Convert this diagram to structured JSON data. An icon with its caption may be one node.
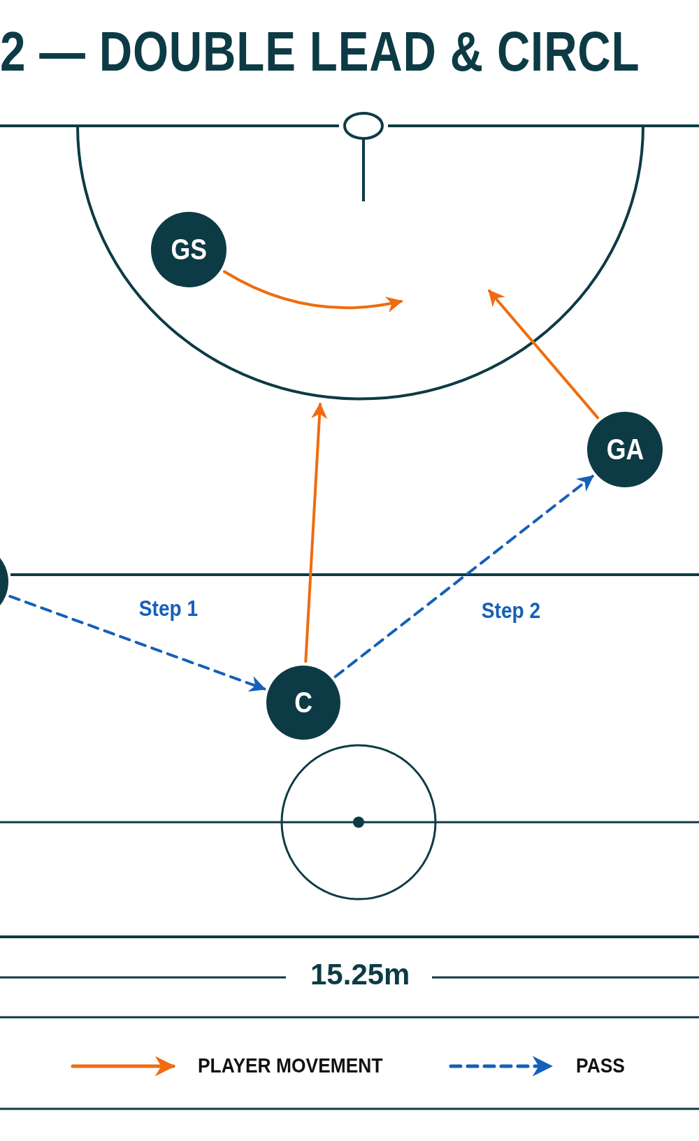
{
  "diagram": {
    "title": "2 — DOUBLE LEAD & CIRCL",
    "nodes": [
      {
        "text": [
          "GS"
        ]
      },
      {
        "text": [
          "GA"
        ]
      },
      {
        "text": [
          "C"
        ]
      },
      {
        "text": [],
        "shape": "circle"
      }
    ],
    "edges": [
      {
        "from": 0,
        "to": null,
        "arrow": "to"
      },
      {
        "from": 1,
        "to": null,
        "arrow": "to"
      },
      {
        "from": 2,
        "to": null,
        "arrow": "to"
      },
      {
        "from": 3,
        "to": 2,
        "arrow": "to",
        "label": "Step 1",
        "style": "dashed",
        "color": "#1560b8"
      },
      {
        "from": 2,
        "to": 1,
        "arrow": "to",
        "label": "Step 2",
        "style": "dashed",
        "color": "#1560b8"
      }
    ],
    "labels": [
      "15.25m"
    ],
    "legend": [
      {
        "text": "PLAYER MOVEMENT"
      },
      {
        "text": "PASS"
      }
    ]
  }
}
